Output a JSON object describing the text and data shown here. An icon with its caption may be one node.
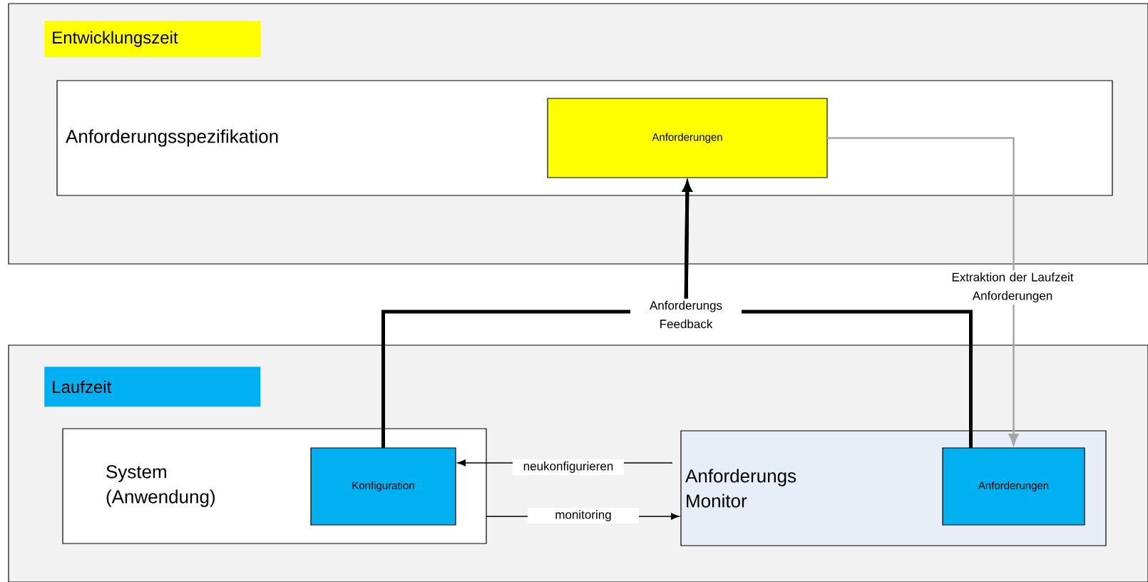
{
  "diagram": {
    "nodes": [
      {
        "text": [
          "Entwicklungszeit"
        ]
      },
      {
        "text": [
          "Anforderungsspezifikation"
        ],
        "in": 0
      },
      {
        "text": [
          "Anforderungen"
        ],
        "in": 1
      },
      {
        "text": [
          "Laufzeit"
        ]
      },
      {
        "text": [
          "System (Anwendung)"
        ],
        "in": 3
      },
      {
        "text": [
          "Konfiguration"
        ],
        "in": 4
      },
      {
        "text": [
          "Anforderungs Monitor"
        ],
        "in": 3
      },
      {
        "text": [
          "Anforderungen"
        ],
        "in": 6
      }
    ],
    "edges": [
      {
        "from": 5,
        "to": 2,
        "arrow": "to",
        "style": "thick",
        "label": "Anforderungs Feedback"
      },
      {
        "from": 7,
        "to": 2,
        "arrow": "to",
        "style": "thick"
      },
      {
        "from": 2,
        "to": 7,
        "arrow": "to",
        "color": "#a6a6a6",
        "label": "Extraktion der Laufzeit Anforderungen"
      },
      {
        "from": 6,
        "to": 5,
        "arrow": "to",
        "label": "neukonfigurieren"
      },
      {
        "from": 4,
        "to": 6,
        "arrow": "to",
        "label": "monitoring"
      }
    ]
  }
}
